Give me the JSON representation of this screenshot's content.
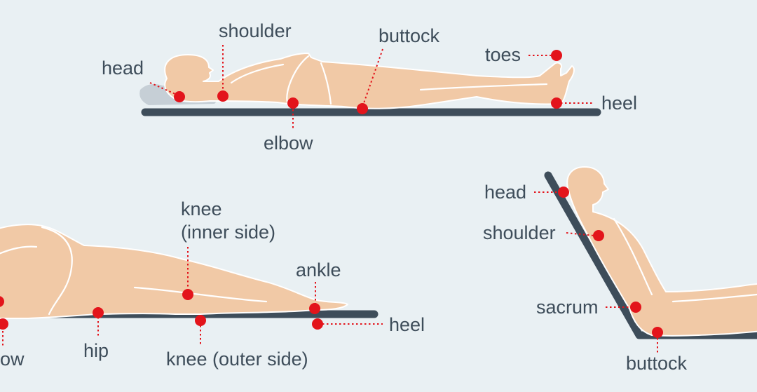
{
  "accent_color": "#e3141b",
  "text_color": "#3e4d5a",
  "body_color": "#f1c9a6",
  "background_color": "#e9f0f3",
  "supine": {
    "labels": {
      "head": "head",
      "shoulder": "shoulder",
      "buttock": "buttock",
      "toes": "toes",
      "heel": "heel",
      "elbow": "elbow"
    }
  },
  "lateral": {
    "labels": {
      "knee_inner_line1": "knee",
      "knee_inner_line2": "(inner side)",
      "ankle": "ankle",
      "heel": "heel",
      "hip": "hip",
      "knee_outer": "knee (outer side)",
      "elbow_partial": "ow"
    }
  },
  "sitting": {
    "labels": {
      "head": "head",
      "shoulder": "shoulder",
      "sacrum": "sacrum",
      "buttock": "buttock"
    }
  }
}
